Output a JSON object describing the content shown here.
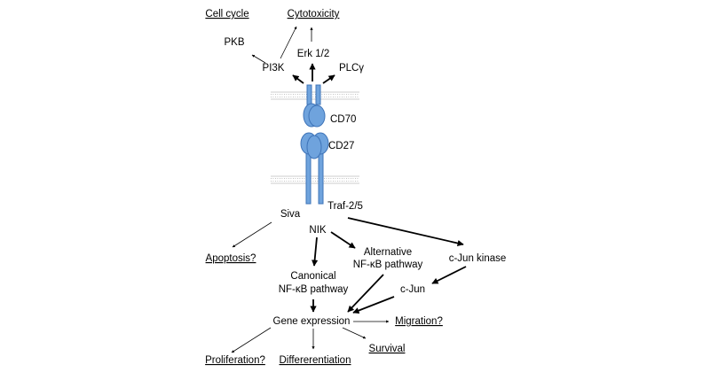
{
  "labels": {
    "cell_cycle": "Cell cycle",
    "cytotoxicity": "Cytotoxicity",
    "pkb": "PKB",
    "erk": "Erk 1/2",
    "pi3k": "PI3K",
    "plcg": "PLCγ",
    "cd70": "CD70",
    "cd27": "CD27",
    "traf": "Traf-2/5",
    "siva": "Siva",
    "nik": "NIK",
    "alt_line1": "Alternative",
    "alt_line2": "NF-κB pathway",
    "cjun_kinase": "c-Jun kinase",
    "apoptosis": "Apoptosis?",
    "canon_line1": "Canonical",
    "canon_line2": "NF-κB pathway",
    "cjun": "c-Jun",
    "gene_expression": "Gene expression",
    "migration": "Migration?",
    "survival": "Survival",
    "proliferation": "Proliferation?",
    "differentiation": "Differerentiation"
  },
  "colors": {
    "protein_fill": "#6fa3dd",
    "protein_stroke": "#3f74b8",
    "membrane": "#bdbdbd"
  }
}
